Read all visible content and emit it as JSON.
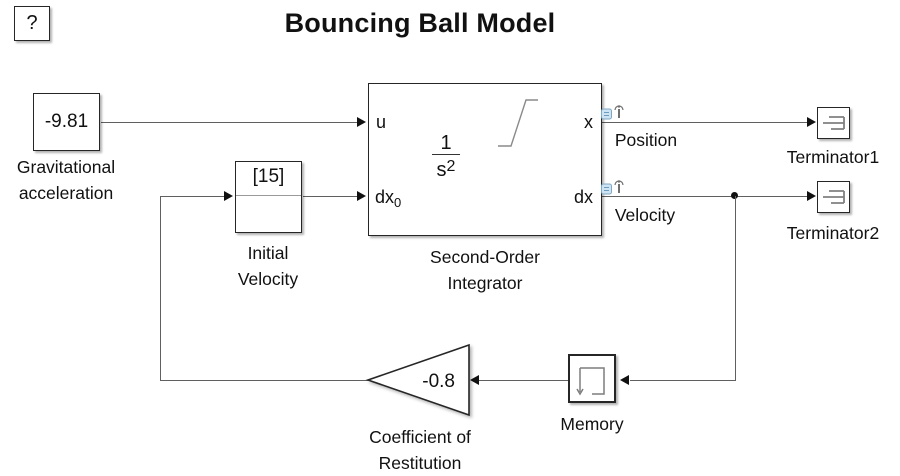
{
  "title": "Bouncing Ball Model",
  "help_button": {
    "label": "?"
  },
  "colors": {
    "background": "#ffffff",
    "block_border": "#262626",
    "wire": "#606060",
    "arrowhead": "#111111",
    "block_icon_gray": "#808080",
    "badge_blue_fill": "#cfe4f2",
    "badge_blue_border": "#7fa8c4",
    "shadow": "rgba(0,0,0,0.3)"
  },
  "blocks": {
    "gravity": {
      "value": "-9.81",
      "label_line1": "Gravitational",
      "label_line2": "acceleration"
    },
    "initial_velocity": {
      "value": "[15]",
      "label_line1": "Initial",
      "label_line2": "Velocity"
    },
    "integrator": {
      "label_line1": "Second-Order",
      "label_line2": "Integrator",
      "ports": {
        "u": "u",
        "dx0_base": "dx",
        "dx0_sub": "0",
        "x": "x",
        "dx": "dx"
      },
      "fraction": {
        "numerator": "1",
        "denominator_base": "s",
        "denominator_exp": "2"
      }
    },
    "terminator1": {
      "label": "Terminator1"
    },
    "terminator2": {
      "label": "Terminator2"
    },
    "memory": {
      "label": "Memory"
    },
    "gain": {
      "value": "-0.8",
      "label_line1": "Coefficient of",
      "label_line2": "Restitution"
    }
  },
  "signals": {
    "position": "Position",
    "velocity": "Velocity"
  },
  "icons": {
    "help": "question-mark",
    "terminator": "terminator-ground-icon",
    "memory": "memory-loop-icon",
    "integrator": "saturation-icon",
    "badge1": "signal-logging-badge-icon",
    "badge2": "test-point-badge-icon"
  }
}
